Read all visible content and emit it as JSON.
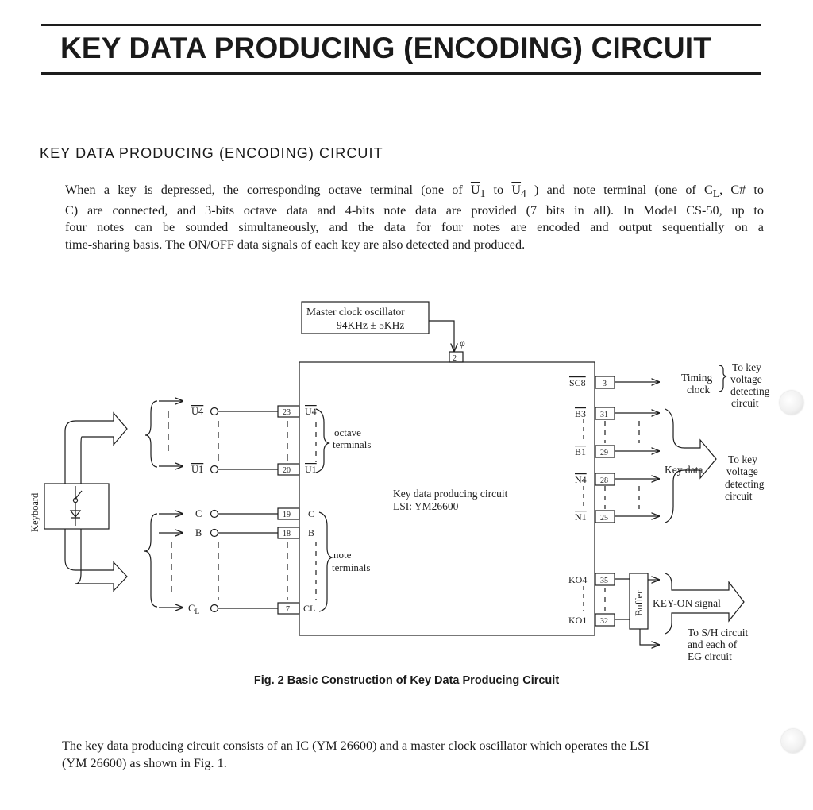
{
  "header": {
    "title": "KEY DATA PRODUCING (ENCODING) CIRCUIT"
  },
  "section": {
    "heading": "KEY DATA PRODUCING (ENCODING) CIRCUIT",
    "intro": {
      "l1_a": "When a key is depressed, the corresponding octave terminal (one of ",
      "u": "U",
      "sub1": "1",
      "to": " to ",
      "sub4": "4",
      "l1_b": ") and note terminal (one of C",
      "subL": "L",
      "l1_c": ", C# to",
      "l2": "C) are connected, and 3-bits octave data and 4-bits note data are provided (7 bits in all). In Model CS-50, up to",
      "l3": "four notes can be sounded simultaneously, and the data for four notes are encoded and output sequentially on a",
      "l4": "time-sharing basis. The ON/OFF data signals of each key are also detected and produced."
    },
    "body2": {
      "l1": "The key data producing circuit consists of an IC (YM 26600) and a master clock oscillator which operates the LSI",
      "l2": "(YM 26600) as shown in Fig. 1."
    }
  },
  "figure": {
    "caption": "Fig. 2  Basic Construction of Key Data Producing Circuit",
    "oscillator": {
      "line1": "Master clock oscillator",
      "line2": "94KHz ± 5KHz"
    },
    "phi": "φ",
    "chip": {
      "line1": "Key data producing circuit",
      "line2": "LSI:  YM26600"
    },
    "keyboard_label": "Keyboard",
    "left_octave_labels": {
      "top": "U4",
      "bottom": "U1"
    },
    "left_note_labels": {
      "c": "C",
      "b": "B",
      "cl": "C",
      "cl_sub": "L"
    },
    "pins": {
      "p2": "2",
      "p23": "23",
      "p20": "20",
      "p19": "19",
      "p18": "18",
      "p7": "7",
      "p3": "3",
      "p31": "31",
      "p29": "29",
      "p28": "28",
      "p25": "25",
      "p35": "35",
      "p32": "32"
    },
    "inner_left": {
      "u4": "U4",
      "u1": "U1",
      "c": "C",
      "b": "B",
      "cl": "CL"
    },
    "inner_right": {
      "sc8": "SC8",
      "b3": "B3",
      "b1": "B1",
      "n4": "N4",
      "n1": "N1",
      "ko4": "KO4",
      "ko1": "KO1"
    },
    "octave_terminals": {
      "line1": "octave",
      "line2": "terminals"
    },
    "note_terminals": {
      "line1": "note",
      "line2": "terminals"
    },
    "timing": {
      "line1": "Timing",
      "line2": "clock"
    },
    "to_key_voltage_1": {
      "line1": "To key",
      "line2": "voltage",
      "line3": "detecting",
      "line4": "circuit"
    },
    "key_data": "Key data",
    "to_key_voltage_2": {
      "line1": "To key",
      "line2": "voltage",
      "line3": "detecting",
      "line4": "circuit"
    },
    "buffer": "Buffer",
    "key_on": "KEY-ON signal",
    "to_sh": {
      "line1": "To S/H circuit",
      "line2": "and each of",
      "line3": "EG circuit"
    }
  }
}
